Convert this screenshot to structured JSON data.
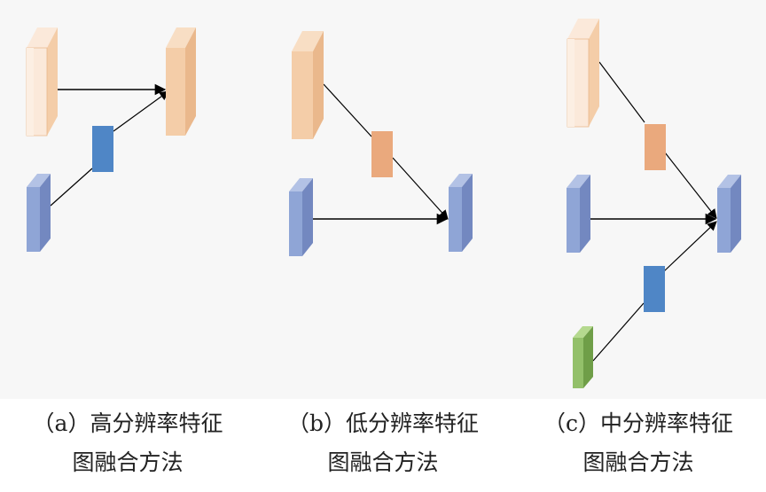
{
  "colors": {
    "background": "#f7f7f7",
    "peach_front": "#f4cda8",
    "peach_side": "#eab88c",
    "peach_top": "#f8dec4",
    "light_peach_front": "#fbe9da",
    "blue_front": "#8fa5d6",
    "blue_side": "#7388c0",
    "blue_top": "#b3c2e5",
    "mid_blue": "#4f86c6",
    "mid_peach": "#eaa97d",
    "green_front": "#93c06a",
    "green_side": "#6f9e48",
    "green_top": "#b5d98f",
    "line": "#000000"
  },
  "icons": [
    "feature-map-block",
    "fusion-module-block",
    "arrow"
  ],
  "panels": [
    {
      "caption_line1": "（a）高分辨率特征",
      "caption_line2": "图融合方法"
    },
    {
      "caption_line1": "（b）低分辨率特征",
      "caption_line2": "图融合方法"
    },
    {
      "caption_line1": "（c）中分辨率特征",
      "caption_line2": "图融合方法"
    }
  ]
}
